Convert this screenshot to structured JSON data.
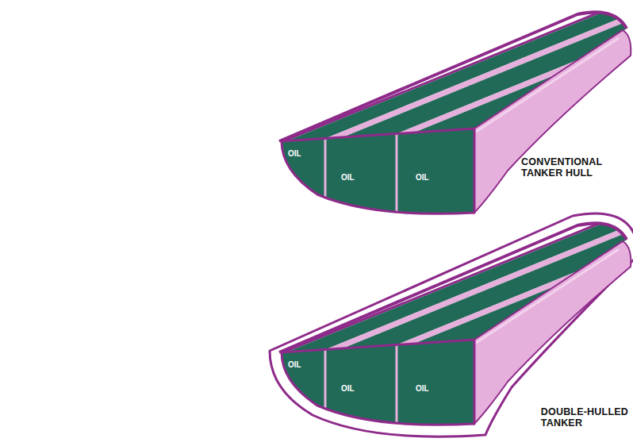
{
  "diagram": {
    "labels": [
      "OIL",
      "OIL",
      "OIL",
      "CONVENTIONAL TANKER HULL",
      "OIL",
      "OIL",
      "OIL",
      "DOUBLE-HULLED TANKER"
    ]
  }
}
